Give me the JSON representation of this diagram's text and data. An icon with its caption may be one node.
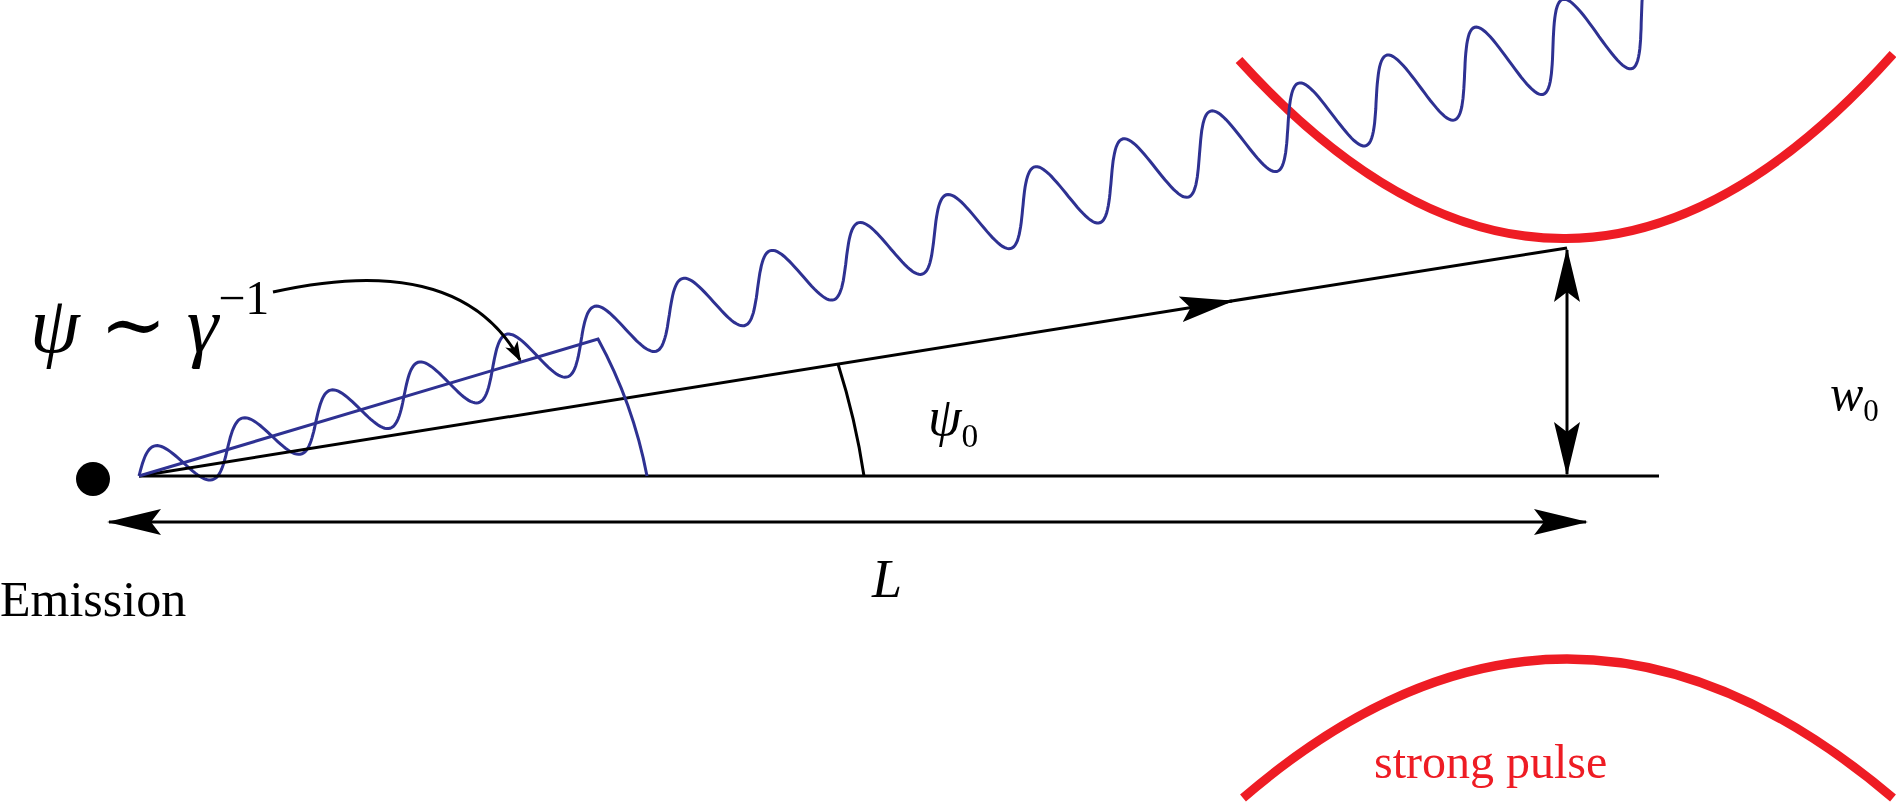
{
  "diagram": {
    "nodes": [
      {
        "text": [
          "ψ ∼ γ$^{−1}$"
        ]
      },
      {
        "text": [],
        "shape": "arc"
      }
    ],
    "edges": [
      {
        "from": 0,
        "to": 1,
        "arrow": "to"
      }
    ],
    "labels": [
      "Emission",
      "ψ$_{0}$",
      "w$_{0}$",
      "L",
      "strong pulse"
    ]
  }
}
